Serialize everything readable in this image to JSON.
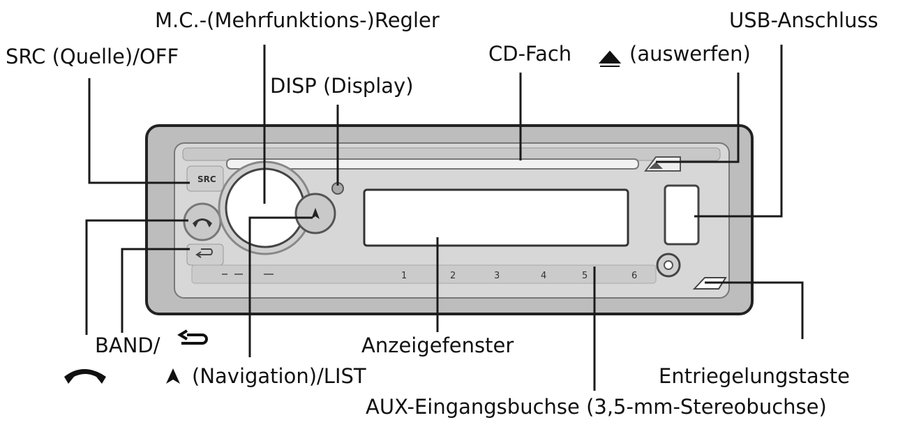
{
  "labels": {
    "mc_knob": "M.C.-(Mehrfunktions-)Regler",
    "usb": "USB-Anschluss",
    "src": "SRC (Quelle)/OFF",
    "cd_slot": "CD-Fach",
    "eject": "(auswerfen)",
    "disp": "DISP (Display)",
    "band": "BAND/",
    "display_window": "Anzeigefenster",
    "navigation": "(Navigation)/LIST",
    "release": "Entriegelungstaste",
    "aux": "AUX-Eingangsbuchse (3,5-mm-Stereobuchse)"
  },
  "unit": {
    "src_button": "SRC",
    "presets": [
      "1",
      "2",
      "3",
      "4",
      "5",
      "6"
    ]
  },
  "colors": {
    "faceplate": "#b5b5b5",
    "bezel": "#d9d9d9",
    "line": "#1a1a1a"
  }
}
